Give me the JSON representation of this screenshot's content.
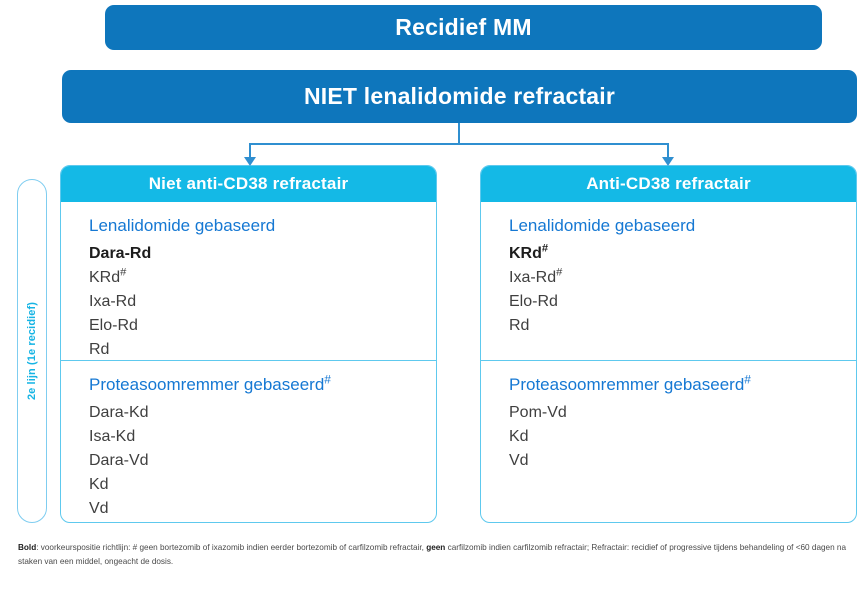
{
  "banners": [
    {
      "label": "Recidief MM"
    },
    {
      "label": "NIET lenalidomide refractair"
    }
  ],
  "phase_rail": {
    "label": "2e lijn (1e recidief)"
  },
  "columns": [
    {
      "header": "Niet anti-CD38 refractair",
      "sections": [
        {
          "title": "Lenalidomide gebaseerd",
          "title_sup": "",
          "items": [
            {
              "name": "Dara-Rd",
              "sup": "",
              "bold": true
            },
            {
              "name": "KRd",
              "sup": "#",
              "bold": false
            },
            {
              "name": "Ixa-Rd",
              "sup": "",
              "bold": false
            },
            {
              "name": "Elo-Rd",
              "sup": "",
              "bold": false
            },
            {
              "name": "Rd",
              "sup": "",
              "bold": false
            }
          ]
        },
        {
          "title": "Proteasoomremmer gebaseerd",
          "title_sup": "#",
          "items": [
            {
              "name": "Dara-Kd",
              "sup": "",
              "bold": false
            },
            {
              "name": "Isa-Kd",
              "sup": "",
              "bold": false
            },
            {
              "name": "Dara-Vd",
              "sup": "",
              "bold": false
            },
            {
              "name": "Kd",
              "sup": "",
              "bold": false
            },
            {
              "name": "Vd",
              "sup": "",
              "bold": false
            }
          ]
        }
      ]
    },
    {
      "header": "Anti-CD38 refractair",
      "sections": [
        {
          "title": "Lenalidomide gebaseerd",
          "title_sup": "",
          "items": [
            {
              "name": "KRd",
              "sup": "#",
              "bold": true
            },
            {
              "name": "Ixa-Rd",
              "sup": "#",
              "bold": false
            },
            {
              "name": "Elo-Rd",
              "sup": "",
              "bold": false
            },
            {
              "name": "Rd",
              "sup": "",
              "bold": false
            }
          ]
        },
        {
          "title": "Proteasoomremmer gebaseerd",
          "title_sup": "#",
          "items": [
            {
              "name": "Pom-Vd",
              "sup": "",
              "bold": false
            },
            {
              "name": "Kd",
              "sup": "",
              "bold": false
            },
            {
              "name": "Vd",
              "sup": "",
              "bold": false
            }
          ]
        }
      ]
    }
  ],
  "footnote": {
    "bold_lead": "Bold",
    "part1": ": voorkeurspositie richtlijn: # geen bortezomib of ixazomib indien eerder bortezomib of carfilzomib refractair, ",
    "bold_mid": "geen",
    "part2": " carfilzomib indien carfilzomib refractair; Refractair: recidief of progressive tijdens behandeling of <60 dagen na staken van een middel, ongeacht de dosis."
  },
  "colors": {
    "banner_blue": "#0e76bc",
    "header_cyan": "#14b9e6",
    "section_title_blue": "#1578d3",
    "rail_cyan": "#16b4e4",
    "connector_blue": "#2f8fd0"
  }
}
